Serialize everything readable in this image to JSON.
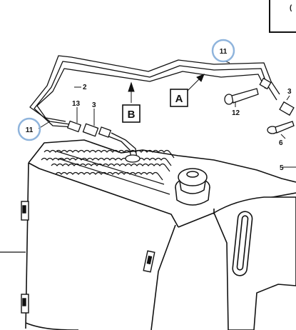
{
  "labels": {
    "l11_top": "11",
    "l11_left": "11",
    "l2": "2",
    "l13": "13",
    "l3_mid": "3",
    "l3_right": "3",
    "l12": "12",
    "l6": "6",
    "l5": "5",
    "boxA": "A",
    "boxB": "B",
    "corner_glyph": "("
  },
  "colors": {
    "callout_circle": "#8fb4dc",
    "line": "#111111"
  }
}
